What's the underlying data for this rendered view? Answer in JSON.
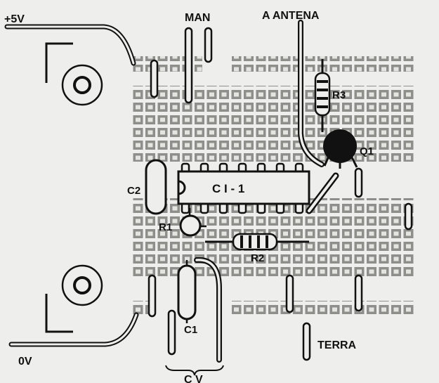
{
  "labels": {
    "plus5v": "+5V",
    "man": "MAN",
    "antena": "A ANTENA",
    "r3": "R3",
    "q1": "Q1",
    "c2": "C2",
    "ci1": "C I - 1",
    "r1": "R1",
    "r2": "R2",
    "c1": "C1",
    "terra": "TERRA",
    "ov": "0V",
    "cv": "C V"
  },
  "colors": {
    "ink": "#111111",
    "paper": "#eeeeec",
    "pad": "#8a8a86",
    "board": "#dcdcd8"
  }
}
